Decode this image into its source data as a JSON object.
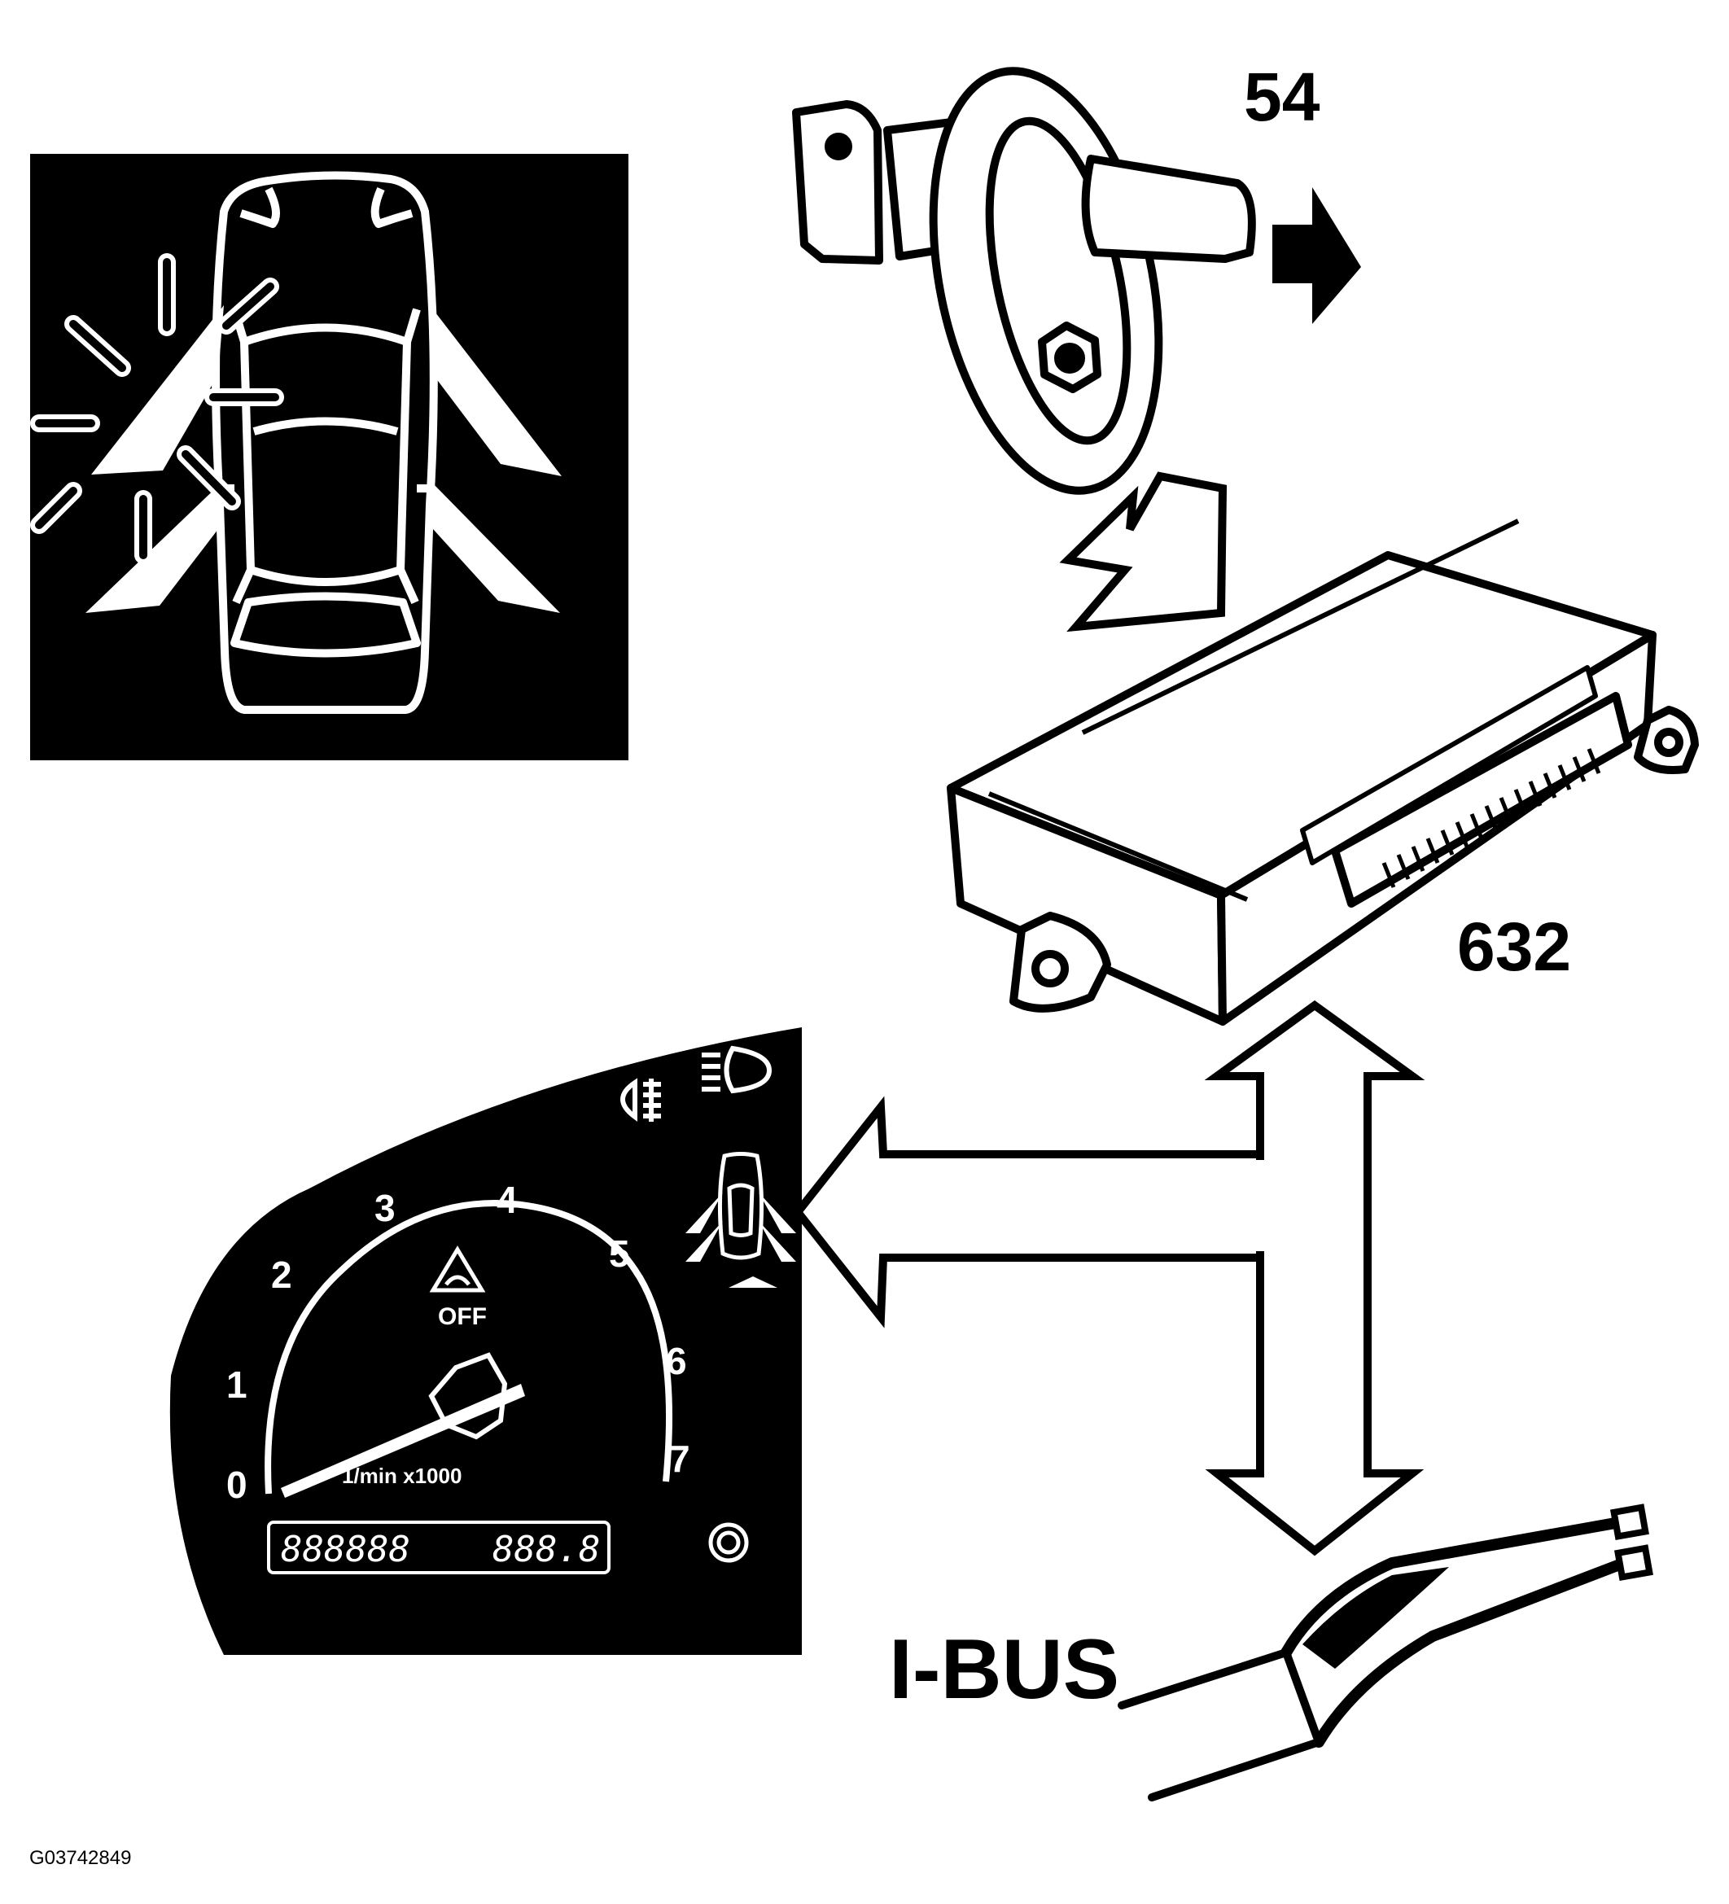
{
  "labels": {
    "door_switch": "54",
    "control_module": "632",
    "bus": "I-BUS",
    "figure_id": "G03742849"
  },
  "cluster": {
    "tach_numbers": [
      "0",
      "1",
      "2",
      "3",
      "4",
      "5",
      "6",
      "7"
    ],
    "tach_unit": "1/min x1000",
    "traction_off": "OFF",
    "odometer": "888888",
    "trip": "888.8"
  },
  "colors": {
    "ink": "#000000",
    "paper": "#ffffff"
  }
}
